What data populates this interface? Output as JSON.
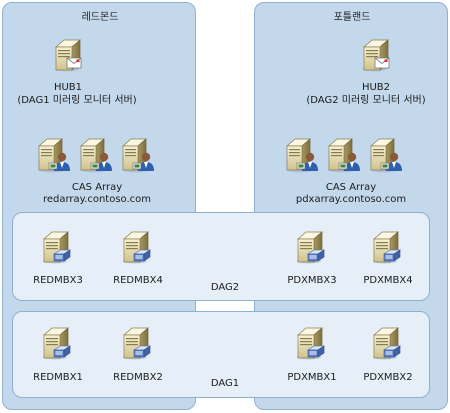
{
  "sites": {
    "redmond": {
      "name": "레드몬드",
      "hub_name": "HUB1",
      "hub_role": "(DAG1 미러링 모니터 서버)",
      "cas_label": "CAS Array",
      "cas_fqdn": "redarray.contoso.com"
    },
    "portland": {
      "name": "포틀랜드",
      "hub_name": "HUB2",
      "hub_role": "(DAG2 미러링 모니터 서버)",
      "cas_label": "CAS Array",
      "cas_fqdn": "pdxarray.contoso.com"
    }
  },
  "dags": {
    "dag2": {
      "name": "DAG2",
      "servers": [
        "REDMBX3",
        "REDMBX4",
        "PDXMBX3",
        "PDXMBX4"
      ]
    },
    "dag1": {
      "name": "DAG1",
      "servers": [
        "REDMBX1",
        "REDMBX2",
        "PDXMBX1",
        "PDXMBX2"
      ]
    }
  },
  "icons": {
    "hub": "hub-transport-server-icon",
    "cas": "client-access-server-icon",
    "mailbox": "mailbox-server-icon"
  },
  "colors": {
    "site_fill": "#c4d8ec",
    "dag_fill": "#e6eef8",
    "border": "#8fb0cf"
  }
}
